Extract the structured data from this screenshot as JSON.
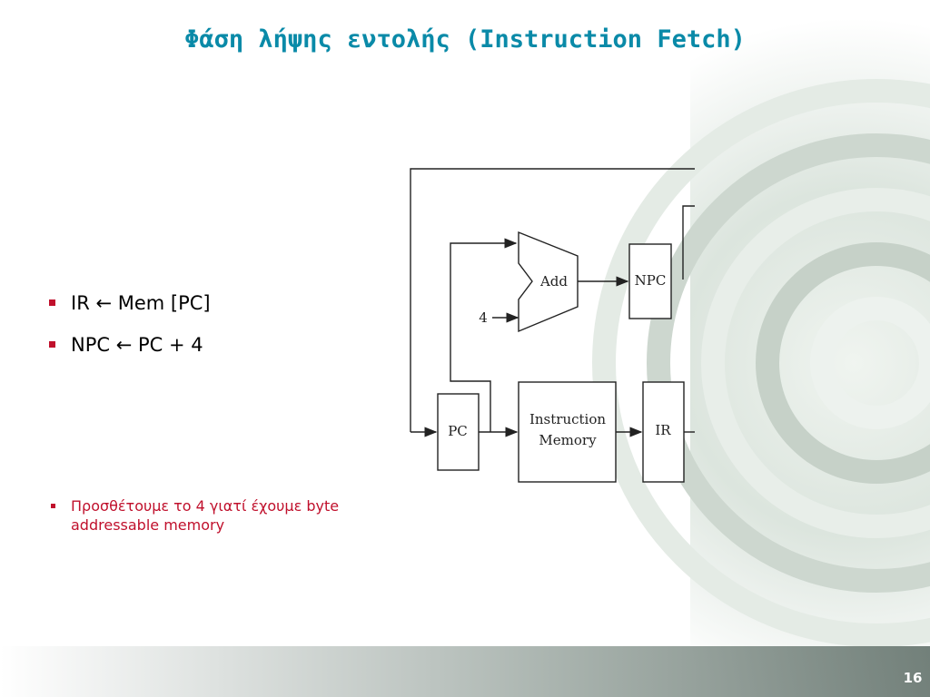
{
  "slide": {
    "title": "Φάση λήψης εντολής (Instruction Fetch)",
    "bullets": [
      {
        "text": "IR ← Mem [PC]"
      },
      {
        "text": "NPC ← PC + 4"
      }
    ],
    "note": "Προσθέτουμε το 4 γιατί έχουμε byte addressable memory",
    "page_number": "16"
  },
  "diagram": {
    "add_label": "Add",
    "constant_label": "4",
    "npc_label": "NPC",
    "pc_label": "PC",
    "instruction_memory_line1": "Instruction",
    "instruction_memory_line2": "Memory",
    "ir_label": "IR"
  },
  "colors": {
    "title": "#0a8aa8",
    "bullet_mark": "#c0102c",
    "note_text": "#c0102c"
  }
}
